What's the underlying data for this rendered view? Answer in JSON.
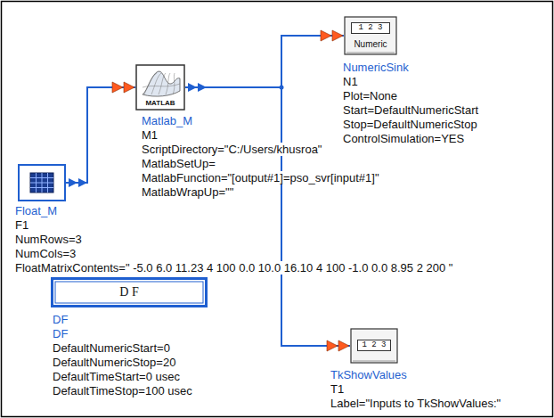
{
  "diagram": {
    "nodes": [
      {
        "text": [
          "Float_M",
          "F1",
          "NumRows=3",
          "NumCols=3",
          "FloatMatrixContents=\" -5.0 6.0 11.23 4 100 0.0 10.0 16.10 4 100 -1.0 0.0 8.95 2 200 \""
        ]
      },
      {
        "text": [
          "MATLAB",
          "Matlab_M",
          "M1",
          "ScriptDirectory=\"C:/Users/khusroa\"",
          "MatlabSetUp=",
          "MatlabFunction=\"[output#1]=pso_svr[input#1]\"",
          "MatlabWrapUp=\"\""
        ]
      },
      {
        "text": [
          "1 2 3",
          "Numeric",
          "NumericSink",
          "N1",
          "Plot=None",
          "Start=DefaultNumericStart",
          "Stop=DefaultNumericStop",
          "ControlSimulation=YES"
        ]
      },
      {
        "text": [
          "1 2 3",
          "TkShowValues",
          "T1",
          "Label=\"Inputs to TkShowValues:\""
        ]
      },
      {
        "text": [
          "D F",
          "DF",
          "DF",
          "DefaultNumericStart=0",
          "DefaultNumericStop=20",
          "DefaultTimeStart=0 usec",
          "DefaultTimeStop=100 usec"
        ]
      }
    ],
    "edges": [
      {
        "from": 0,
        "to": 1,
        "arrow": "to"
      },
      {
        "from": 1,
        "to": 2,
        "arrow": "to"
      },
      {
        "from": 1,
        "to": 3,
        "arrow": "to"
      }
    ]
  }
}
